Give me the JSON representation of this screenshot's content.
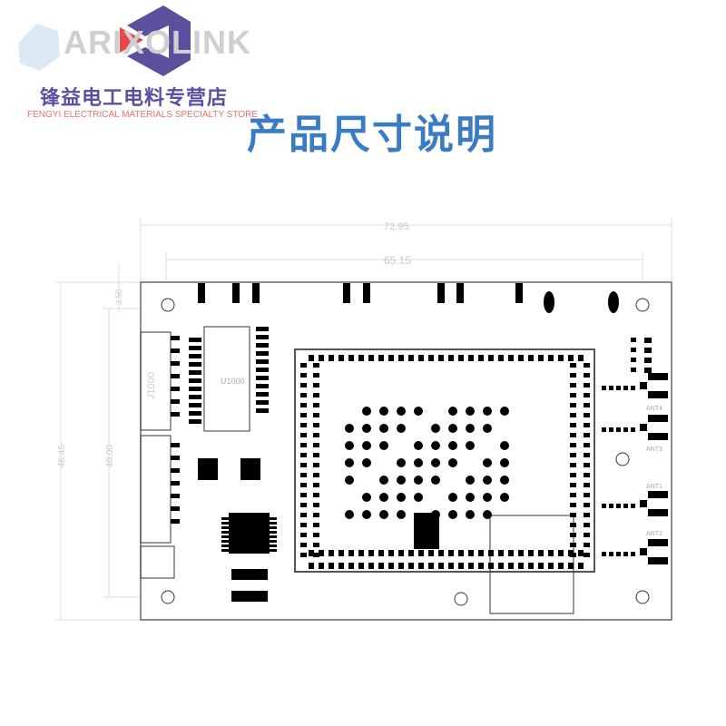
{
  "header": {
    "logo_text": "ARIXOLINK",
    "store_name_cn": "锋益电工电料专营店",
    "store_name_en": "FENGYI ELECTRICAL MATERIALS SPECIALTY STORE",
    "title": "产品尺寸说明"
  },
  "colors": {
    "title": "#3a7cc4",
    "store_name": "#5a4fa0",
    "store_en": "#f07070",
    "logo_mark": "#5b4f9e",
    "logo_arrow": "#e84848"
  },
  "dimensions": {
    "overall_width": "72.95",
    "hole_spacing_width": "65.15",
    "hole_offset": "3.50",
    "overall_height": "46.45",
    "hole_spacing_height": "40.00"
  },
  "labels": {
    "connector": "J1000",
    "chip": "U1000",
    "antennas": [
      "ANT1",
      "ANT2",
      "ANT3",
      "ANT4"
    ]
  }
}
